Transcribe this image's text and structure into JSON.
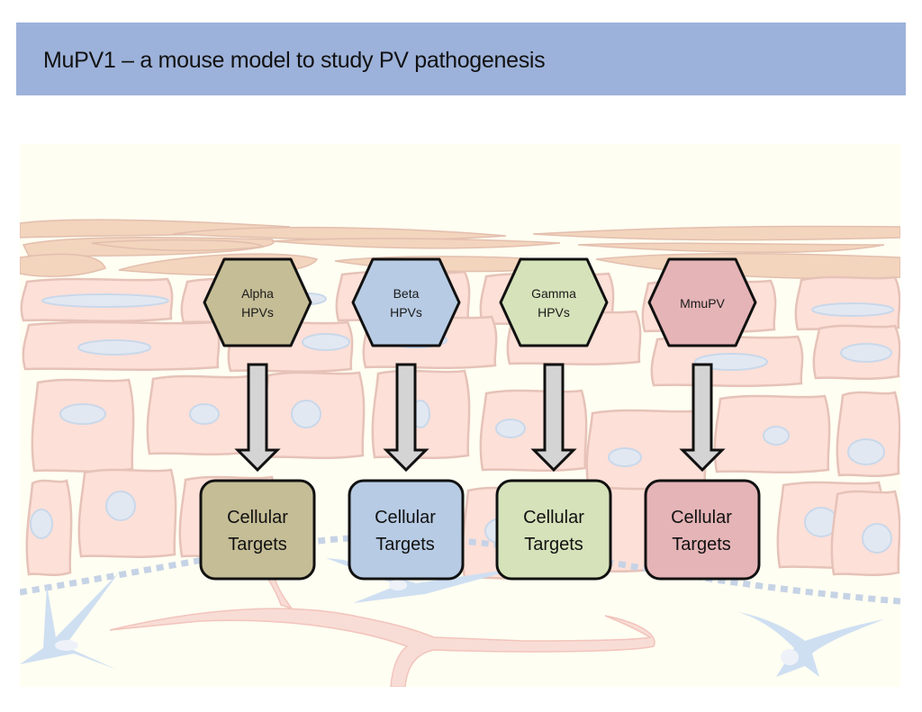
{
  "header": {
    "title": "MuPV1 – a mouse model to study PV pathogenesis",
    "background_color": "#9db2da"
  },
  "diagram": {
    "background_color": "#fefef2",
    "columns": [
      {
        "id": "alpha",
        "virus_label_line1": "Alpha",
        "virus_label_line2": "HPVs",
        "target_line1": "Cellular",
        "target_line2": "Targets",
        "fill_color": "#c5bd96"
      },
      {
        "id": "beta",
        "virus_label_line1": "Beta",
        "virus_label_line2": "HPVs",
        "target_line1": "Cellular",
        "target_line2": "Targets",
        "fill_color": "#b7cbe4"
      },
      {
        "id": "gamma",
        "virus_label_line1": "Gamma",
        "virus_label_line2": "HPVs",
        "target_line1": "Cellular",
        "target_line2": "Targets",
        "fill_color": "#d6e2ba"
      },
      {
        "id": "mmupv",
        "virus_label_line1": "MmuPV",
        "virus_label_line2": "",
        "target_line1": "Cellular",
        "target_line2": "Targets",
        "fill_color": "#e5b4b7"
      }
    ],
    "arrow_fill_color": "#d4d4d4",
    "cell_fill_color": "#fde0d8",
    "cell_stroke_color": "#e6c2b8",
    "keratin_fill_color": "#f3d4bd",
    "nucleus_fill_color": "#e2e8f2",
    "nucleus_stroke_color": "#c9d8ea",
    "basement_membrane_color": "#c6d3e6",
    "dermal_cell_color": "#cfdff2",
    "vessel_color": "#f8ddd6"
  }
}
